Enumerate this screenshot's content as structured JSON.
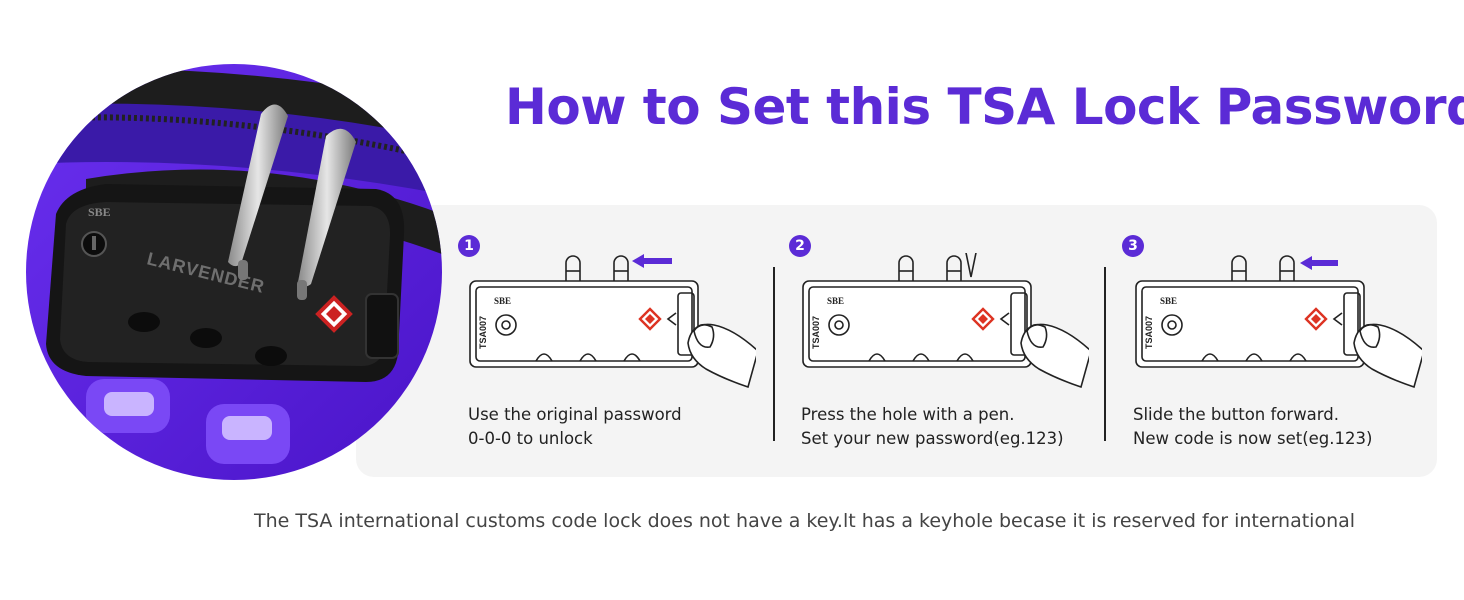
{
  "heading": "How to Set this TSA Lock Password",
  "colors": {
    "accent": "#5b2bd6",
    "card": "#f4f4f4",
    "luggage": "#5a1fe0"
  },
  "photo": {
    "brand": "LARVENDER",
    "lock_mark": "SBE"
  },
  "steps": [
    {
      "number": "1",
      "line1": "Use the original password",
      "line2": "0-0-0 to unlock",
      "lock_model": "TSA007",
      "lock_mark": "SBE"
    },
    {
      "number": "2",
      "line1": "Press the hole with a pen.",
      "line2": "Set your new password(eg.123)",
      "lock_model": "TSA007",
      "lock_mark": "SBE"
    },
    {
      "number": "3",
      "line1": "Slide the button forward.",
      "line2": "New code is now set(eg.123)",
      "lock_model": "TSA007",
      "lock_mark": "SBE"
    }
  ],
  "footnote": "The TSA international customs code lock does not have a key.lt has a keyhole becase it is reserved for international"
}
